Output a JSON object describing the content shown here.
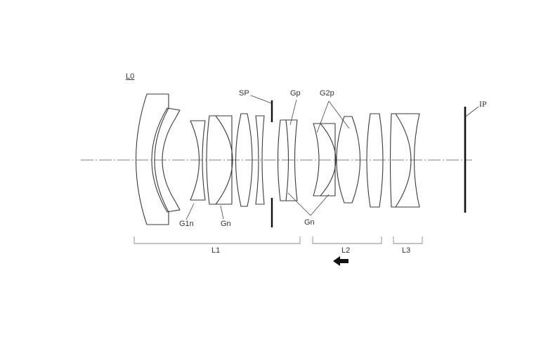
{
  "diagram": {
    "type": "optical-lens-cross-section",
    "labels": {
      "lens_system": "L0",
      "stop": "SP",
      "gp": "Gp",
      "g2p": "G2p",
      "image_plane": "IP",
      "g1n": "G1n",
      "gn_left": "Gn",
      "gn_right": "Gn"
    },
    "groups": [
      {
        "id": "L1",
        "label": "L1"
      },
      {
        "id": "L2",
        "label": "L2"
      },
      {
        "id": "L3",
        "label": "L3"
      }
    ],
    "focus_direction": {
      "icon": "arrow-left-icon",
      "group": "L2"
    },
    "colors": {
      "line": "#3a3a3a",
      "background": "#ffffff",
      "stop": "#111111"
    }
  }
}
